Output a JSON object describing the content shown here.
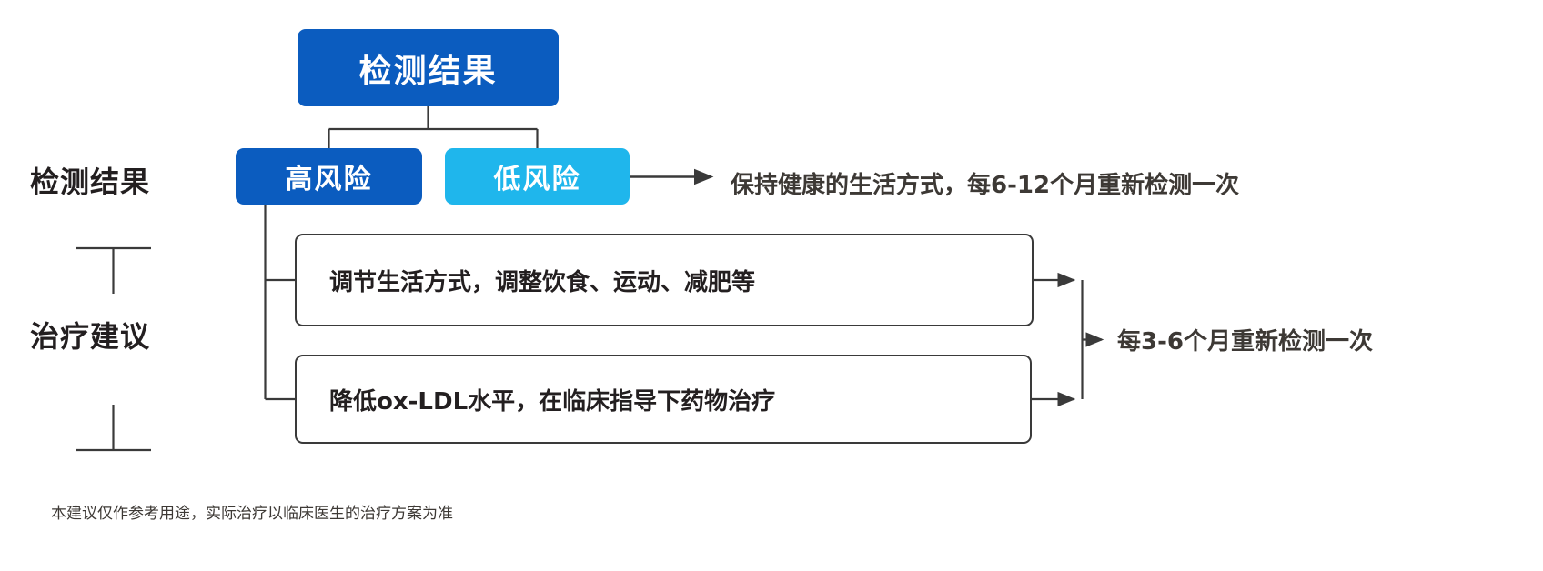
{
  "diagram": {
    "title": "检测结果",
    "side_labels": {
      "results": "检测结果",
      "treatment": "治疗建议"
    },
    "nodes": {
      "root": "检测结果",
      "high_risk": "高风险",
      "low_risk": "低风险",
      "lifestyle": "调节生活方式，调整饮食、运动、减肥等",
      "medication": "降低ox-LDL水平，在临床指导下药物治疗"
    },
    "annotations": {
      "low_risk_advice": "保持健康的生活方式，每6-12个月重新检测一次",
      "retest_advice": "每3-6个月重新检测一次"
    },
    "footer_note": "本建议仅作参考用途，实际治疗以临床医生的治疗方案为准",
    "colors": {
      "primary_blue": "#0b5cbf",
      "light_blue": "#1fb6ec",
      "line": "#3a3a3a",
      "text_dark": "#231f20",
      "text_body": "#3d3935",
      "background": "#ffffff"
    }
  }
}
